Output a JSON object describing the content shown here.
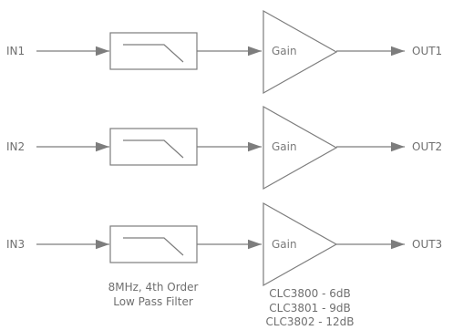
{
  "colors": {
    "stroke": "#7d7d7d",
    "text": "#6f6f6f",
    "background": "#ffffff"
  },
  "channels": [
    {
      "input": "IN1",
      "gain": "Gain",
      "output": "OUT1"
    },
    {
      "input": "IN2",
      "gain": "Gain",
      "output": "OUT2"
    },
    {
      "input": "IN3",
      "gain": "Gain",
      "output": "OUT3"
    }
  ],
  "filter_note": {
    "line1": "8MHz, 4th Order",
    "line2": "Low Pass Filter"
  },
  "gain_note": {
    "line1": "CLC3800 - 6dB",
    "line2": "CLC3801 - 9dB",
    "line3": "CLC3802 - 12dB"
  }
}
